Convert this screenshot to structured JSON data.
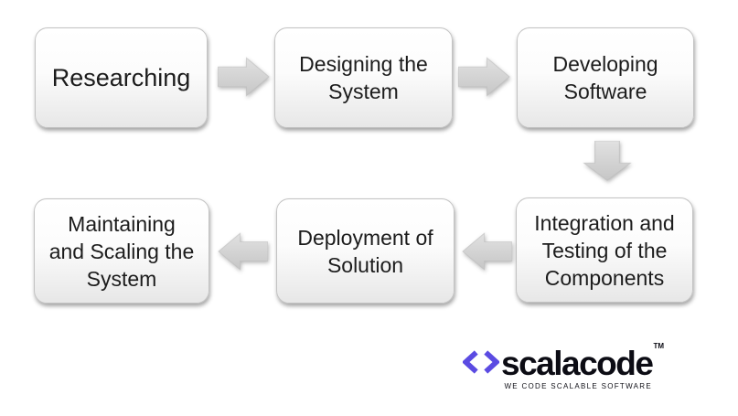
{
  "diagram": {
    "steps": [
      {
        "label": "Researching",
        "lines": [
          "Researching"
        ]
      },
      {
        "label": "Designing the System",
        "lines": [
          "Designing the",
          "System"
        ]
      },
      {
        "label": "Developing Software",
        "lines": [
          "Developing",
          "Software"
        ]
      },
      {
        "label": "Integration and Testing of the Components",
        "lines": [
          "Integration and",
          "Testing of the",
          "Components"
        ]
      },
      {
        "label": "Deployment of Solution",
        "lines": [
          "Deployment of",
          "Solution"
        ]
      },
      {
        "label": "Maintaining and Scaling the System",
        "lines": [
          "Maintaining",
          "and Scaling the",
          "System"
        ]
      }
    ],
    "connectors": [
      {
        "icon": "arrow-right-icon",
        "from": "Researching",
        "to": "Designing the System"
      },
      {
        "icon": "arrow-right-icon",
        "from": "Designing the System",
        "to": "Developing Software"
      },
      {
        "icon": "arrow-down-icon",
        "from": "Developing Software",
        "to": "Integration and Testing of the Components"
      },
      {
        "icon": "arrow-left-icon",
        "from": "Integration and Testing of the Components",
        "to": "Deployment of Solution"
      },
      {
        "icon": "arrow-left-icon",
        "from": "Deployment of Solution",
        "to": "Maintaining and Scaling the System"
      }
    ]
  },
  "logo": {
    "icon": "code-brackets-icon",
    "brand": "scalacode",
    "trademark": "TM",
    "tagline": "WE CODE SCALABLE SOFTWARE"
  },
  "colors": {
    "background": "#ffffff",
    "box_fill_top": "#ffffff",
    "box_fill_bottom": "#e7e7e7",
    "box_border": "#c3c3c3",
    "arrow_fill_top": "#dfdfdf",
    "arrow_fill_bottom": "#c6c6c6",
    "text": "#1c1c1c",
    "logo_accent": "#5b4be2",
    "logo_text": "#0c0c14"
  }
}
